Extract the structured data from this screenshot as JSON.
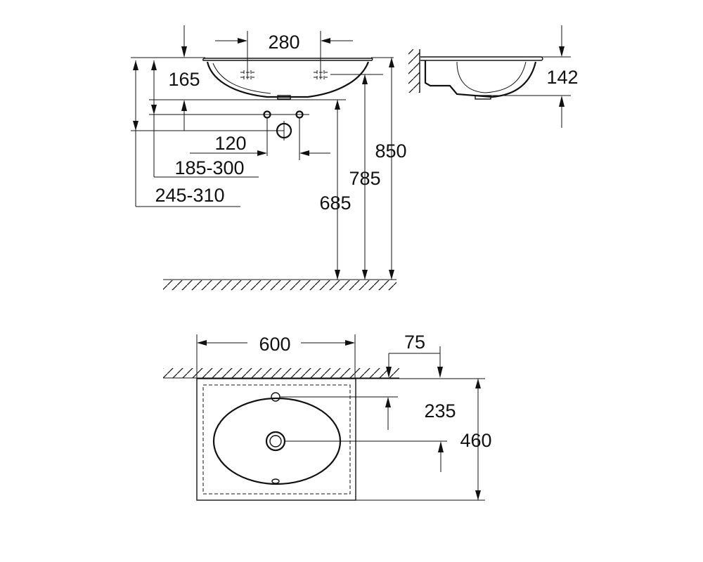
{
  "dimensions": {
    "hole_spacing_top": "280",
    "depth_side": "142",
    "offset_165": "165",
    "hole_spacing_120": "120",
    "range_185_300": "185-300",
    "range_245_310": "245-310",
    "height_850": "850",
    "height_785": "785",
    "height_685": "685",
    "width_600": "600",
    "offset_75": "75",
    "depth_235": "235",
    "depth_460": "460"
  }
}
